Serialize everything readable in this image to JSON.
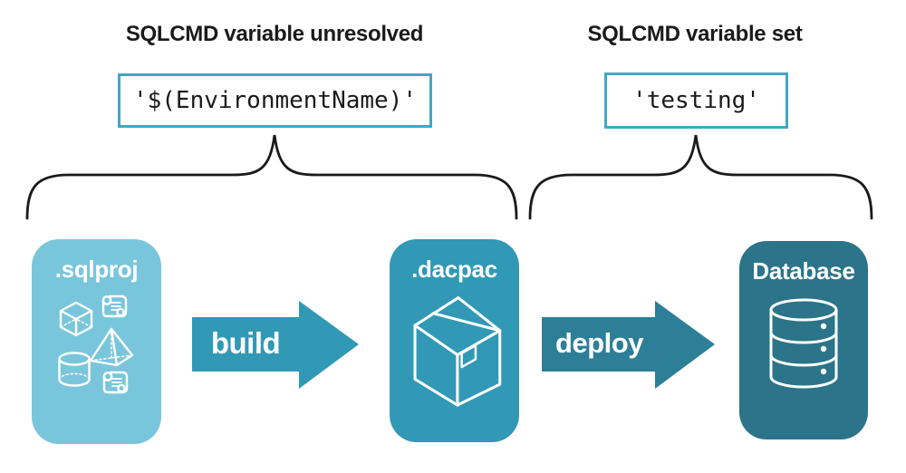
{
  "diagram": {
    "left_group": {
      "heading": "SQLCMD variable unresolved",
      "code": "'$(EnvironmentName)'"
    },
    "right_group": {
      "heading": "SQLCMD variable set",
      "code": "'testing'"
    },
    "nodes": [
      {
        "id": "sqlproj",
        "label": ".sqlproj",
        "color": "#79c6dc",
        "icon": "sql-project-objects-icon"
      },
      {
        "id": "dacpac",
        "label": ".dacpac",
        "color": "#3199b5",
        "icon": "package-box-icon"
      },
      {
        "id": "database",
        "label": "Database",
        "color": "#2b7489",
        "icon": "database-icon"
      }
    ],
    "arrows": [
      {
        "id": "build",
        "label": "build",
        "color": "#3199b5"
      },
      {
        "id": "deploy",
        "label": "deploy",
        "color": "#2d7e97"
      }
    ],
    "colors": {
      "background": "#ffffff",
      "code_box_border": "#41a7c4",
      "brace_stroke": "#1a1a1a",
      "heading_text": "#1a1a1a",
      "icon_stroke": "#ffffff"
    }
  }
}
